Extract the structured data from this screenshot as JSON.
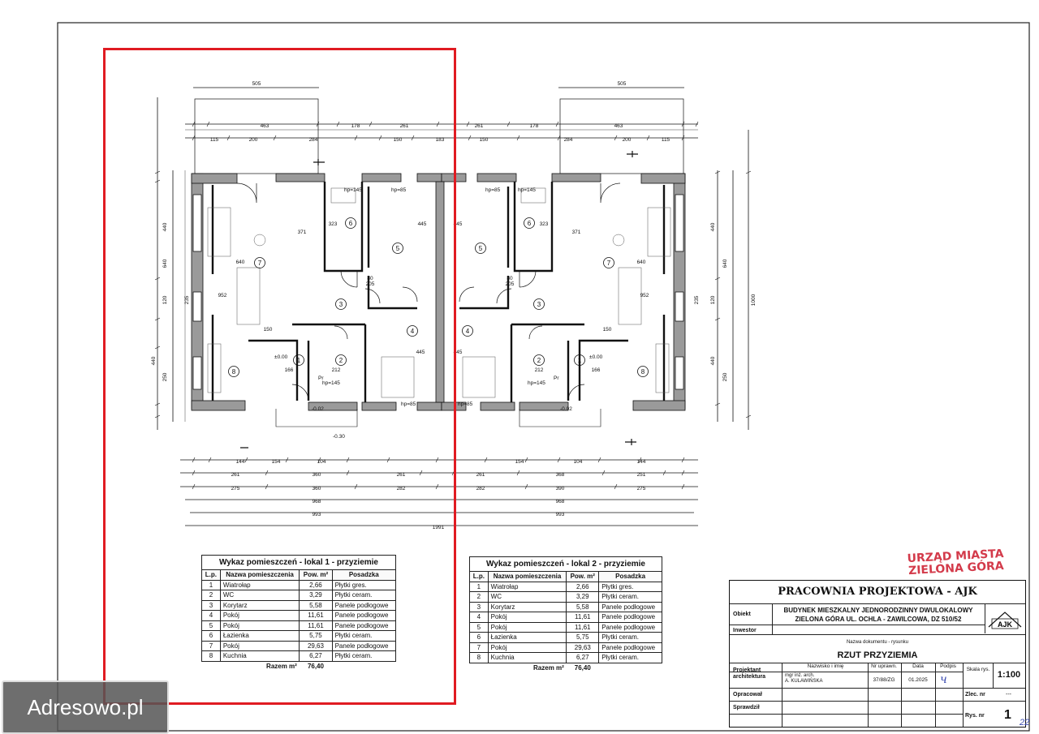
{
  "watermark": "Adresowo.pl",
  "stamp": {
    "line1": "URZĄD MIASTA",
    "line2": "ZIELONA GÓRA"
  },
  "room_markers": [
    "1",
    "2",
    "3",
    "4",
    "5",
    "6",
    "7",
    "8"
  ],
  "annotations": [
    "hp=145",
    "hp=85",
    "±0.00",
    "-0.02",
    "-0.30",
    "Pr"
  ],
  "dims": {
    "d505": "505",
    "d463": "463",
    "d1000": "1000",
    "d993": "993",
    "d968": "968",
    "d1991": "1991",
    "d440": "440",
    "d640": "640",
    "d120": "120",
    "d235": "235",
    "d250": "250",
    "d445": "445",
    "d371": "371",
    "d952": "952",
    "d323": "323",
    "d261": "261",
    "d284": "284",
    "d200": "200",
    "d115": "115",
    "d178": "178",
    "d150": "150",
    "d183": "183",
    "d360": "360",
    "d282": "282",
    "d275": "275",
    "d154": "154",
    "d104": "104",
    "d144": "144",
    "d390": "390",
    "d368": "368",
    "d251": "251",
    "d166": "166",
    "d212": "212",
    "d80": "80",
    "d205": "205"
  },
  "table1": {
    "title": "Wykaz pomieszczeń - lokal 1 - przyziemie",
    "headers": [
      "L.p.",
      "Nazwa pomieszczenia",
      "Pow. m²",
      "Posadzka"
    ],
    "rows": [
      [
        "1",
        "Wiatrołap",
        "2,66",
        "Płytki gres."
      ],
      [
        "2",
        "WC",
        "3,29",
        "Płytki ceram."
      ],
      [
        "3",
        "Korytarz",
        "5,58",
        "Panele podłogowe"
      ],
      [
        "4",
        "Pokój",
        "11,61",
        "Panele podłogowe"
      ],
      [
        "5",
        "Pokój",
        "11,61",
        "Panele podłogowe"
      ],
      [
        "6",
        "Łazienka",
        "5,75",
        "Płytki ceram."
      ],
      [
        "7",
        "Pokój",
        "29,63",
        "Panele podłogowe"
      ],
      [
        "8",
        "Kuchnia",
        "6,27",
        "Płytki ceram."
      ]
    ],
    "total_label": "Razem m²",
    "total_value": "76,40"
  },
  "table2": {
    "title": "Wykaz pomieszczeń - lokal 2 - przyziemie",
    "headers": [
      "L.p.",
      "Nazwa pomieszczenia",
      "Pow. m²",
      "Posadzka"
    ],
    "rows": [
      [
        "1",
        "Wiatrołap",
        "2,66",
        "Płytki gres."
      ],
      [
        "2",
        "WC",
        "3,29",
        "Płytki ceram."
      ],
      [
        "3",
        "Korytarz",
        "5,58",
        "Panele podłogowe"
      ],
      [
        "4",
        "Pokój",
        "11,61",
        "Panele podłogowe"
      ],
      [
        "5",
        "Pokój",
        "11,61",
        "Panele podłogowe"
      ],
      [
        "6",
        "Łazienka",
        "5,75",
        "Płytki ceram."
      ],
      [
        "7",
        "Pokój",
        "29,63",
        "Panele podłogowe"
      ],
      [
        "8",
        "Kuchnia",
        "6,27",
        "Płytki ceram."
      ]
    ],
    "total_label": "Razem m²",
    "total_value": "76,40"
  },
  "titleblock": {
    "company": "PRACOWNIA PROJEKTOWA - AJK",
    "obiekt_label": "Obiekt",
    "obiekt_line1": "BUDYNEK MIESZKALNY JEDNORODZINNY DWULOKALOWY",
    "obiekt_line2": "ZIELONA GÓRA UL. OCHLA - ZAWILCOWA, DZ 510/52",
    "logo": "AJK",
    "inwestor_label": "Inwestor",
    "doc_label": "Nazwa dokumentu - rysunku",
    "doc_name": "RZUT PRZYZIEMIA",
    "col_name": "Nazwisko i imię",
    "col_perm": "Nr uprawn.",
    "col_date": "Data",
    "col_sign": "Podpis",
    "col_scale": "Skala rys.",
    "scale": "1:100",
    "projektant_label": "Projektant architektura",
    "projektant_name1": "mgr inż. arch.",
    "projektant_name2": "A. KULAWIŃSKA",
    "perm_no": "37/88/ZG",
    "date": "01.2025",
    "opracowal_label": "Opracował",
    "sprawdzil_label": "Sprawdził",
    "zlec_label": "Zlec. nr",
    "zlec_value": "---",
    "rys_label": "Rys. nr",
    "rys_value": "1"
  },
  "corner_note": "22"
}
